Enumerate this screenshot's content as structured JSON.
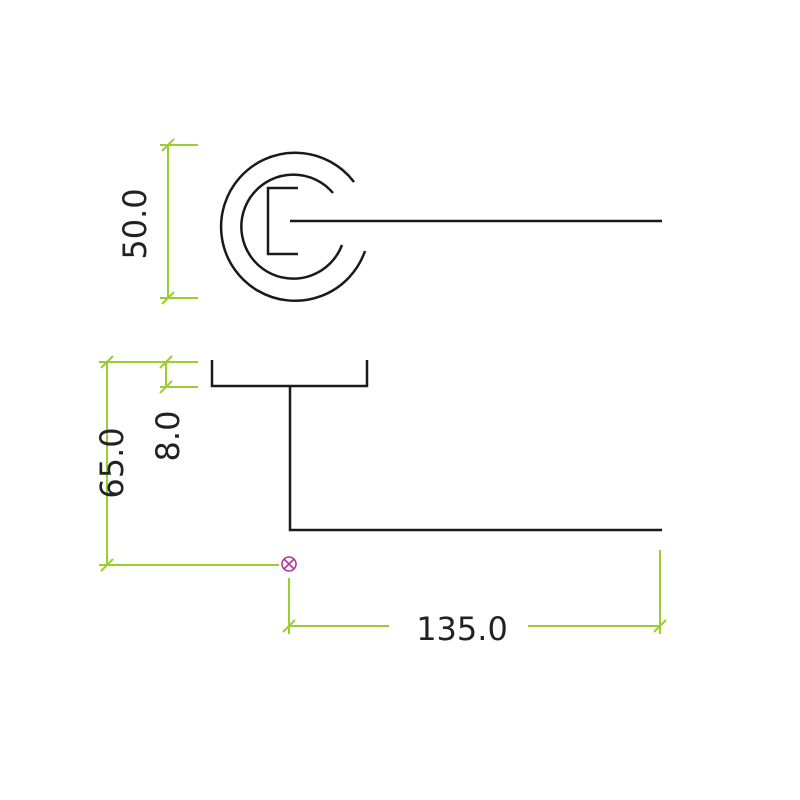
{
  "drawing": {
    "dimensions": {
      "rose_diameter": "50.0",
      "projection": "65.0",
      "rose_thickness": "8.0",
      "lever_length": "135.0"
    },
    "colors": {
      "outline": "#1a1a1a",
      "dimension_line": "#9acd32",
      "origin_marker": "#b0399e",
      "text": "#222222"
    },
    "icons": {
      "origin": "circle-cross-icon"
    }
  }
}
